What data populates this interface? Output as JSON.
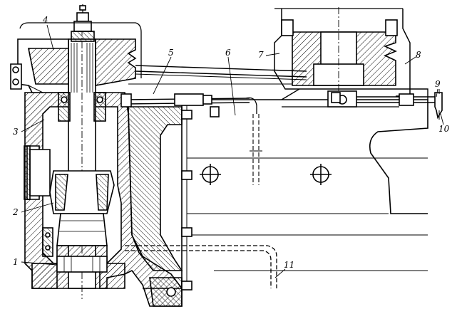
{
  "diagram": {
    "ink_color": "#000000",
    "paper_color": "#ffffff",
    "callouts": [
      "1",
      "2",
      "3",
      "4",
      "5",
      "6",
      "7",
      "8",
      "9",
      "10",
      "11"
    ]
  }
}
